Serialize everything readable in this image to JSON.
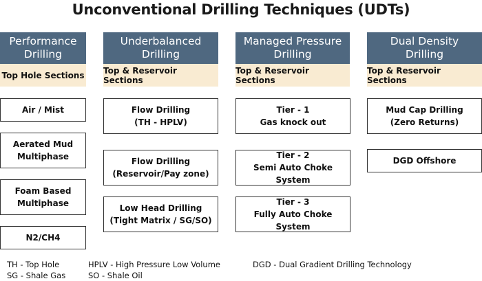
{
  "title": "Unconventional Drilling Techniques (UDTs)",
  "columns": [
    {
      "header": [
        "Performance",
        "Drilling"
      ],
      "section": "Top Hole Sections",
      "items": [
        [
          "Air / Mist"
        ],
        [
          "Aerated Mud",
          "Multiphase"
        ],
        [
          "Foam Based",
          "Multiphase"
        ],
        [
          "N2/CH4"
        ]
      ]
    },
    {
      "header": [
        "Underbalanced",
        "Drilling"
      ],
      "section": "Top & Reservoir Sections",
      "items": [
        [
          "Flow Drilling",
          "(TH - HPLV)"
        ],
        [
          "Flow Drilling",
          "(Reservoir/Pay zone)"
        ],
        [
          "Low Head Drilling",
          "(Tight Matrix / SG/SO)"
        ]
      ]
    },
    {
      "header": [
        "Managed Pressure",
        "Drilling"
      ],
      "section": "Top & Reservoir Sections",
      "items": [
        [
          "Tier - 1",
          "Gas knock out"
        ],
        [
          "Tier - 2",
          "Semi Auto Choke System"
        ],
        [
          "Tier - 3",
          "Fully Auto Choke System"
        ]
      ]
    },
    {
      "header": [
        "Dual Density",
        "Drilling"
      ],
      "section": "Top & Reservoir Sections",
      "items": [
        [
          "Mud Cap Drilling",
          "(Zero Returns)"
        ],
        [
          "DGD Offshore"
        ]
      ]
    }
  ],
  "legend": {
    "th": "TH - Top Hole",
    "sg": "SG - Shale Gas",
    "hplv": "HPLV - High Pressure Low Volume",
    "so": "SO - Shale Oil",
    "dgd": "DGD - Dual Gradient Drilling Technology"
  },
  "colors": {
    "header_bg": "#4f6880",
    "section_bg": "#f9ebd2",
    "box_border": "#333333"
  }
}
